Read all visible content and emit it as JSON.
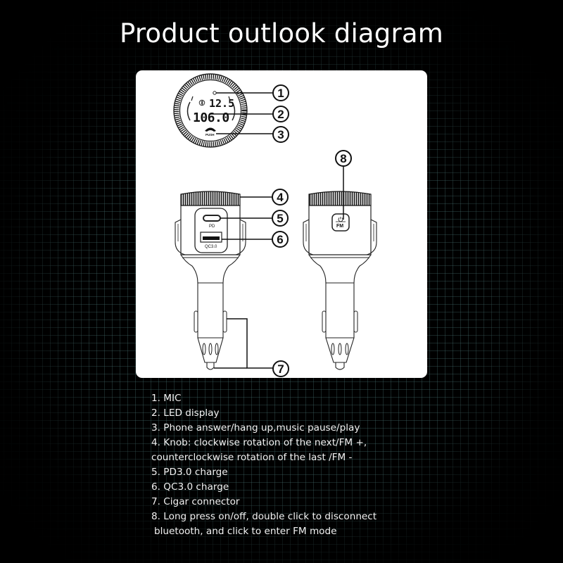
{
  "title": "Product outlook diagram",
  "diagram": {
    "display": {
      "top_value": "12.5",
      "bottom_value": "106.0",
      "push_label": "PUSH",
      "bluetooth_icon": "bluetooth-icon",
      "phone_icon": "phone-icon"
    },
    "ports": {
      "usb_c_label": "PD",
      "usb_a_label": "QC3.0"
    },
    "button": {
      "power_icon": "power-icon",
      "label": "FM"
    },
    "callouts": [
      {
        "number": "1",
        "target": "MIC"
      },
      {
        "number": "2",
        "target": "LED display"
      },
      {
        "number": "3",
        "target": "Phone answer button"
      },
      {
        "number": "4",
        "target": "Knob"
      },
      {
        "number": "5",
        "target": "PD3.0 port"
      },
      {
        "number": "6",
        "target": "QC3.0 port"
      },
      {
        "number": "7",
        "target": "Cigar connector"
      },
      {
        "number": "8",
        "target": "Power/FM button"
      }
    ]
  },
  "legend": [
    "1. MIC",
    "2. LED display",
    "3. Phone answer/hang up,music pause/play",
    "4. Knob: clockwise rotation of the next/FM +,",
    "counterclockwise rotation of the last /FM -",
    "5. PD3.0 charge",
    "6. QC3.0 charge",
    "7. Cigar connector",
    "8. Long press on/off, double click to disconnect",
    "bluetooth, and click to enter FM mode"
  ]
}
